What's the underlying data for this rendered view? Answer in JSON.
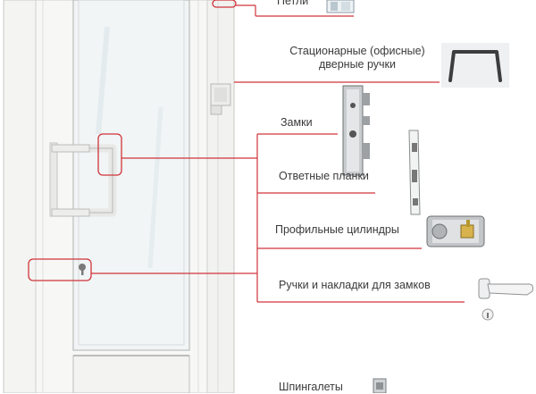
{
  "colors": {
    "leader_line": "#d0343a",
    "callout_box": "#d0343a",
    "door_frame": "#f4f4f2",
    "door_shadow": "#c9cbc9",
    "glass": "#eef3f5",
    "label_text": "#3a3a3a"
  },
  "labels": {
    "hinges": "Петли",
    "office_handles": "Стационарные (офисные) дверные ручки",
    "locks": "Замки",
    "strike_plates": "Ответные планки",
    "cylinders": "Профильные цилиндры",
    "lock_handles": "Ручки и накладки для замков",
    "espagnolettes": "Шпингалеты"
  },
  "icons": {
    "hinge": "hinge-icon",
    "office_handle": "office-handle-icon",
    "lock_body": "mortise-lock-icon",
    "strike_plate": "strike-plate-icon",
    "cylinder": "profile-cylinder-icon",
    "lever_handle": "lever-handle-icon",
    "espagnolette": "espagnolette-icon"
  }
}
